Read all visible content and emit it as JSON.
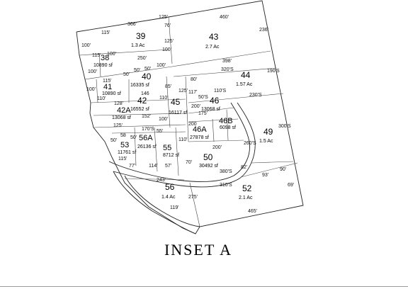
{
  "title": "INSET A",
  "lots": [
    {
      "id": "39",
      "area": "1.3 Ac"
    },
    {
      "id": "43",
      "area": "2.7 Ac"
    },
    {
      "id": "38",
      "area": "10890 sf"
    },
    {
      "id": "40",
      "area": "16335 sf"
    },
    {
      "id": "41",
      "area": "10890 sf"
    },
    {
      "id": "42",
      "area": "16552 sf"
    },
    {
      "id": "42A",
      "area": "13068 sf"
    },
    {
      "id": "44",
      "area": "1.57 Ac"
    },
    {
      "id": "45",
      "area": "16117 sf"
    },
    {
      "id": "46",
      "area": "13068 sf"
    },
    {
      "id": "46A",
      "area": "27878 sf"
    },
    {
      "id": "46B",
      "area": "6098 sf"
    },
    {
      "id": "49",
      "area": "1.5 Ac"
    },
    {
      "id": "53",
      "area": "11761 sf"
    },
    {
      "id": "56A",
      "area": "26136 sf"
    },
    {
      "id": "55",
      "area": "8712 sf"
    },
    {
      "id": "50",
      "area": "30492 sf"
    },
    {
      "id": "56",
      "area": "1.4 Ac"
    },
    {
      "id": "52",
      "area": "2.1 Ac"
    }
  ],
  "dimensions": [
    "125'",
    "460'",
    "115'",
    "366'",
    "76'",
    "236'",
    "100'",
    "125'",
    "100'",
    "115'",
    "100'",
    "250'",
    "398'",
    "320'S",
    "100'",
    "100'",
    "190'S",
    "50'",
    "50'",
    "50'",
    "80'",
    "115'",
    "100'",
    "85'",
    "125'",
    "117'",
    "110'S",
    "230'S",
    "50'S",
    "128'",
    "146",
    "110'",
    "110'",
    "200'",
    "175'",
    "152'",
    "125'",
    "100'",
    "200",
    "300'S",
    "170'S",
    "58",
    "50'",
    "55'",
    "50'",
    "110'",
    "200'",
    "260'S",
    "115'",
    "77'",
    "114'",
    "57'",
    "70'",
    "380'S",
    "82'",
    "93'",
    "90'",
    "243'",
    "310'S",
    "275'",
    "69'",
    "119'",
    "465'"
  ]
}
